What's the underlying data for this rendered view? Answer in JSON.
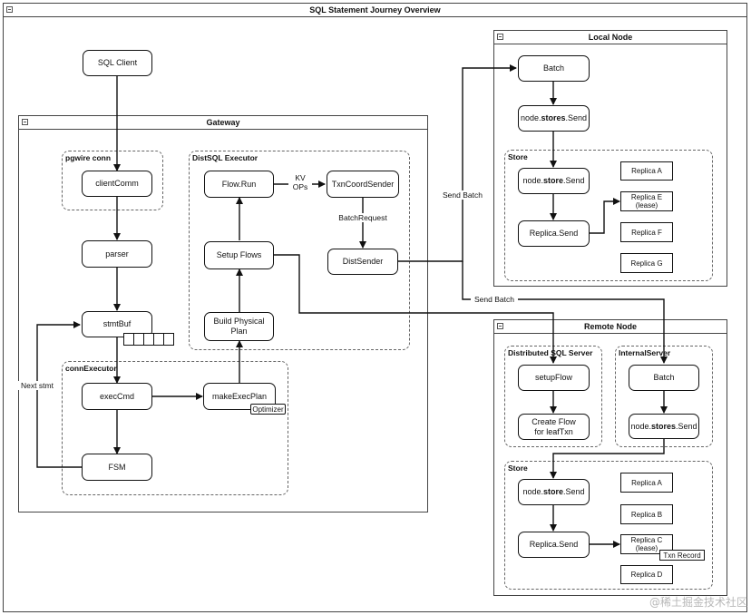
{
  "title": "SQL Statement Journey Overview",
  "panels": {
    "gateway": "Gateway",
    "local_node": "Local Node",
    "remote_node": "Remote Node"
  },
  "groups": {
    "pgwire": "pgwire conn",
    "distsql": "DistSQL Executor",
    "conn_executor": "connExecutor",
    "local_store": "Store",
    "dist_sql_server": "Distributed SQL Server",
    "internal_server": "InternalServer",
    "remote_store": "Store"
  },
  "nodes": {
    "sql_client": "SQL Client",
    "client_comm": "clientComm",
    "parser": "parser",
    "stmt_buf": "stmtBuf",
    "exec_cmd": "execCmd",
    "fsm": "FSM",
    "make_exec_plan": "makeExecPlan",
    "optimizer": "Optimizer",
    "flow_run": "Flow.Run",
    "setup_flows": "Setup Flows",
    "build_physical_plan": "Build Physical Plan",
    "txn_coord_sender": "TxnCoordSender",
    "dist_sender": "DistSender",
    "local_batch": "Batch",
    "local_stores_send": {
      "pre": "node.",
      "bold": "stores",
      "post": ".Send"
    },
    "local_store_send": {
      "pre": "node.",
      "bold": "store",
      "post": ".Send"
    },
    "local_replica_send": "Replica.Send",
    "local_replicas": [
      "Replica A",
      "Replica E (lease)",
      "Replica F",
      "Replica G"
    ],
    "setup_flow": "setupFlow",
    "create_flow": "Create Flow for leafTxn",
    "remote_batch": "Batch",
    "remote_stores_send": {
      "pre": "node.",
      "bold": "stores",
      "post": ".Send"
    },
    "remote_store_send": {
      "pre": "node.",
      "bold": "store",
      "post": ".Send"
    },
    "remote_replica_send": "Replica.Send",
    "remote_replicas": [
      "Replica A",
      "Replica B",
      "Replica C (lease)",
      "Replica D"
    ],
    "txn_record": "Txn Record"
  },
  "edge_labels": {
    "kv_ops": "KV OPs",
    "batch_request": "BatchRequest",
    "send_batch_1": "Send Batch",
    "send_batch_2": "Send Batch",
    "next_stmt": "Next stmt"
  },
  "watermark": "@稀土掘金技术社区"
}
